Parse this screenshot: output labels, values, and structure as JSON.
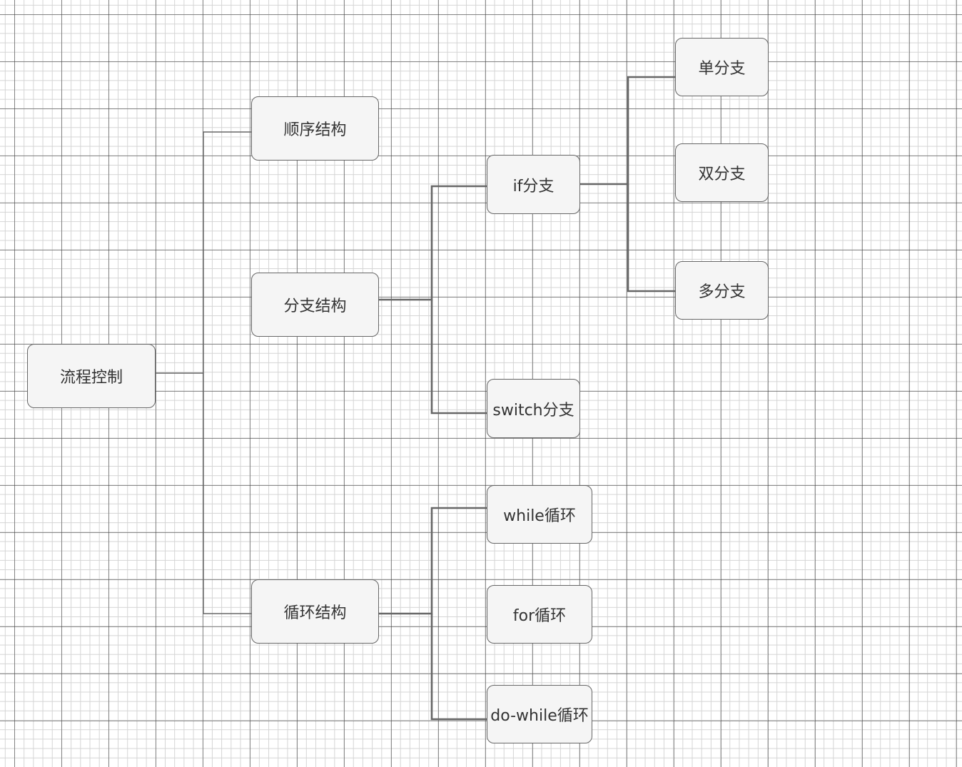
{
  "diagram": {
    "root": "流程控制",
    "structures": {
      "sequence": "顺序结构",
      "branch": "分支结构",
      "loop": "循环结构"
    },
    "branches": {
      "if": "if分支",
      "switch": "switch分支"
    },
    "if_kinds": {
      "single": "单分支",
      "double": "双分支",
      "multi": "多分支"
    },
    "loops": {
      "while": "while循环",
      "for": "for循环",
      "do_while": "do-while循环"
    },
    "colors": {
      "node_fill": "#f5f5f5",
      "node_border": "#666666",
      "edge": "#666666",
      "text": "#333333"
    }
  }
}
